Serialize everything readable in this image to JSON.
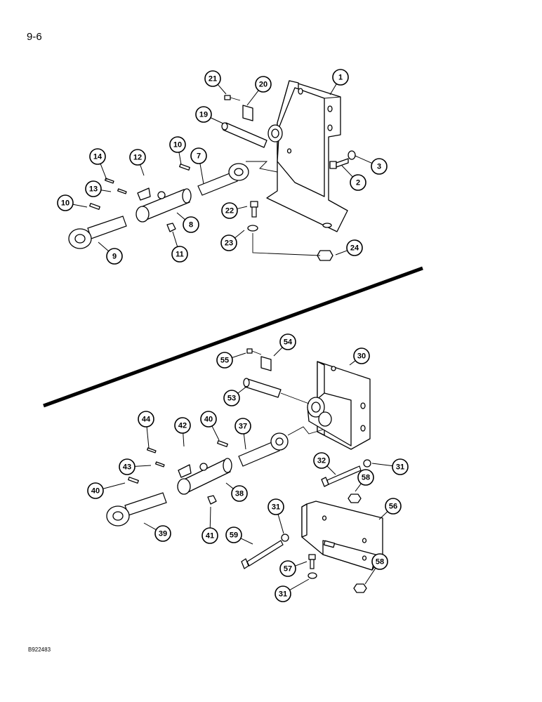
{
  "page": {
    "number": "9-6",
    "figure_code": "B922483"
  },
  "callouts": [
    "1",
    "2",
    "3",
    "7",
    "8",
    "9",
    "10",
    "10",
    "11",
    "12",
    "13",
    "14",
    "19",
    "20",
    "21",
    "22",
    "23",
    "24",
    "30",
    "31",
    "31",
    "31",
    "32",
    "37",
    "38",
    "39",
    "40",
    "40",
    "41",
    "42",
    "43",
    "44",
    "53",
    "54",
    "55",
    "56",
    "57",
    "58",
    "58",
    "59"
  ]
}
